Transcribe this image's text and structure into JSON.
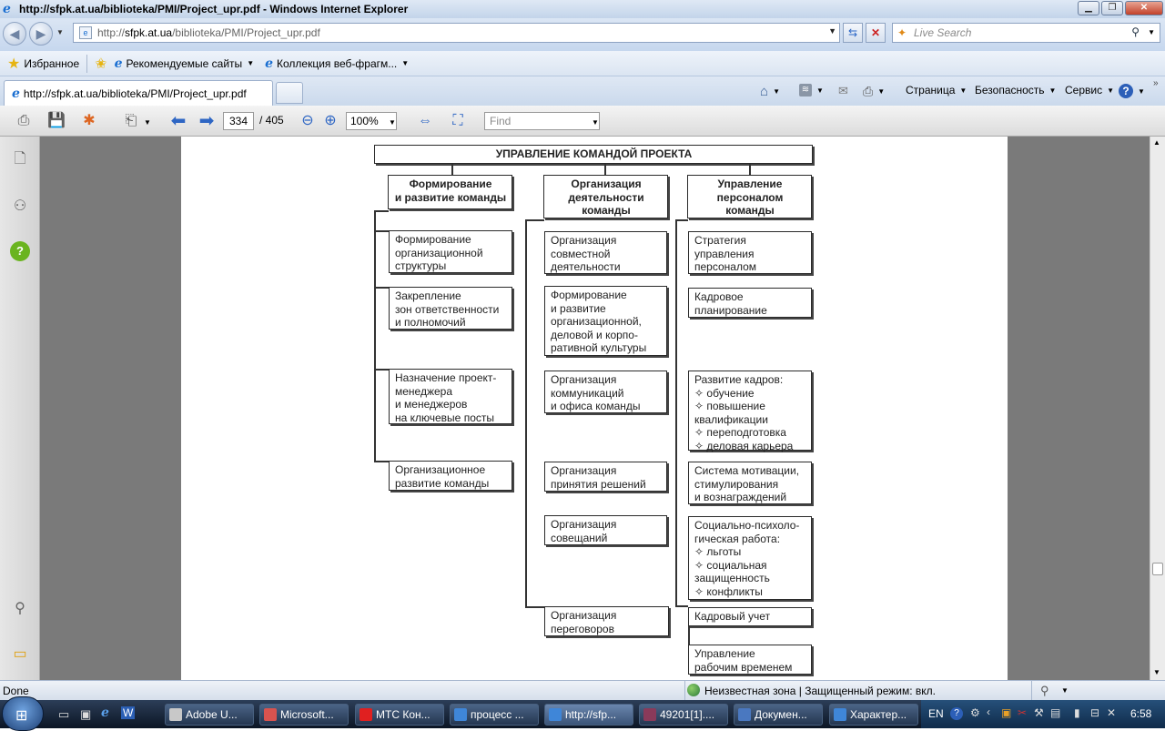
{
  "window": {
    "title": "http://sfpk.at.ua/biblioteka/PMI/Project_upr.pdf - Windows Internet Explorer"
  },
  "address": {
    "url_prefix": "http://",
    "url_host": "sfpk.at.ua",
    "url_path": "/biblioteka/PMI/Project_upr.pdf"
  },
  "search": {
    "placeholder": "Live Search"
  },
  "favorites": {
    "favorites_label": "Избранное",
    "suggested_label": "Рекомендуемые сайты",
    "gallery_label": "Коллекция веб-фрагм..."
  },
  "tab": {
    "label": "http://sfpk.at.ua/biblioteka/PMI/Project_upr.pdf"
  },
  "commands": {
    "page": "Страница",
    "safety": "Безопасность",
    "tools": "Сервис"
  },
  "pdf_toolbar": {
    "page_current": "334",
    "page_total": "/ 405",
    "zoom": "100%",
    "find_placeholder": "Find"
  },
  "diagram": {
    "title": "УПРАВЛЕНИЕ КОМАНДОЙ ПРОЕКТА",
    "col1": {
      "header": "Формирование\nи развитие команды",
      "items": [
        "Формирование\nорганизационной\nструктуры",
        "Закрепление\nзон ответственности\nи полномочий",
        "Назначение проект-\nменеджера\nи менеджеров\nна ключевые посты",
        "Организационное\nразвитие команды"
      ]
    },
    "col2": {
      "header": "Организация\nдеятельности\nкоманды",
      "items": [
        "Организация\nсовместной\nдеятельности",
        "Формирование\nи развитие\nорганизационной,\nделовой и корпо-\nративной культуры",
        "Организация\nкоммуникаций\nи офиса команды",
        "Организация\nпринятия решений",
        "Организация\nсовещаний",
        "Организация\nпереговоров"
      ]
    },
    "col3": {
      "header": "Управление\nперсоналом\nкоманды",
      "items": [
        "Стратегия\nуправления\nперсоналом",
        "Кадровое\nпланирование",
        "Развитие кадров:\n✧ обучение\n✧ повышение\n   квалификации\n✧ переподготовка\n✧ деловая карьера",
        "Система мотивации,\nстимулирования\nи вознаграждений",
        "Социально-психоло-\nгическая работа:\n✧   льготы\n✧   социальная\n     защищенность\n✧   конфликты",
        "Кадровый учет",
        "Управление\nрабочим временем"
      ]
    }
  },
  "status": {
    "left": "Done",
    "zone": "Неизвестная зона | Защищенный режим: вкл."
  },
  "taskbar": {
    "items": [
      "Adobe U...",
      "Microsoft...",
      "МТС Кон...",
      "процесс ...",
      "http://sfp...",
      "49201[1]....",
      "Докумен...",
      "Характер..."
    ],
    "lang": "EN",
    "clock": "6:58"
  }
}
